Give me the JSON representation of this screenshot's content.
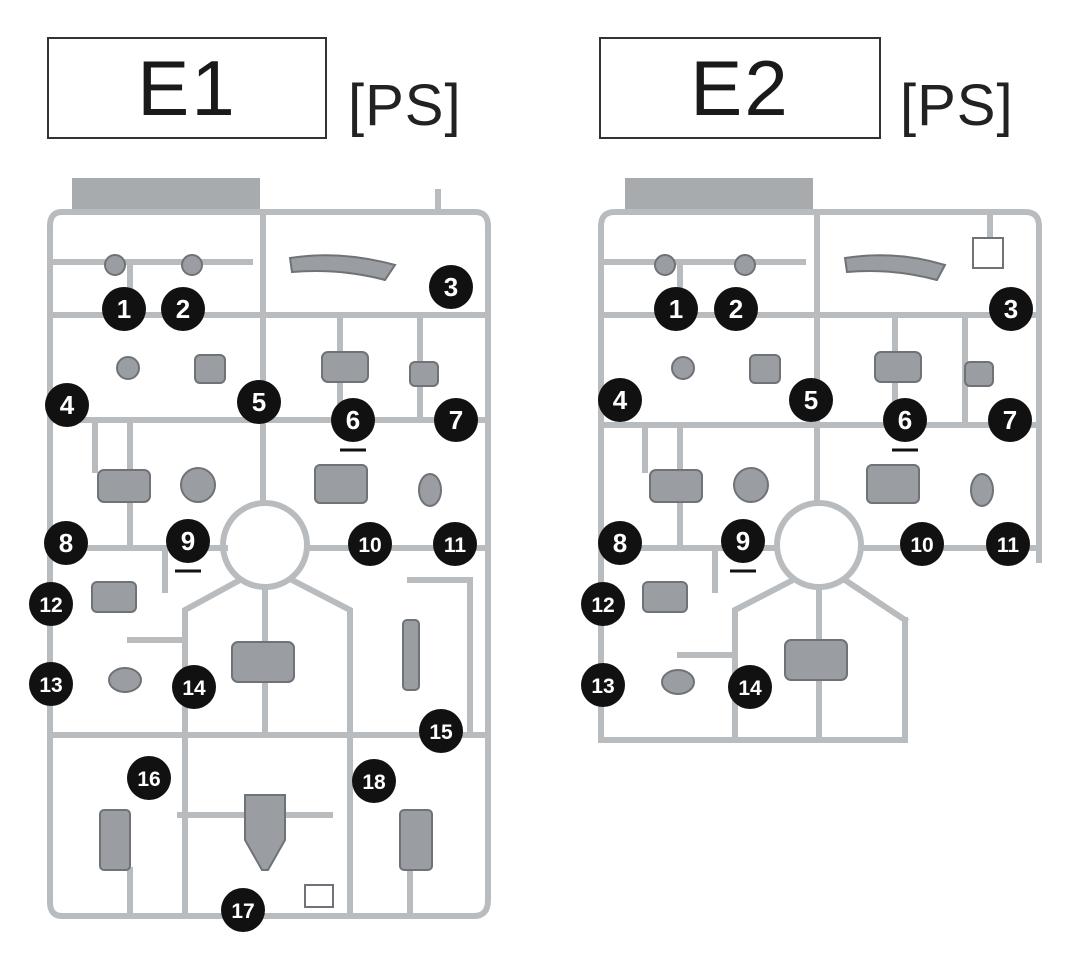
{
  "runners": [
    {
      "name": "E1",
      "material": "[PS]",
      "parts": [
        "1",
        "2",
        "3",
        "4",
        "5",
        "6",
        "7",
        "8",
        "9",
        "10",
        "11",
        "12",
        "13",
        "14",
        "15",
        "16",
        "17",
        "18"
      ]
    },
    {
      "name": "E2",
      "material": "[PS]",
      "parts": [
        "1",
        "2",
        "3",
        "4",
        "5",
        "6",
        "7",
        "8",
        "9",
        "10",
        "11",
        "12",
        "13",
        "14"
      ]
    }
  ],
  "colors": {
    "frame": "#b9bcbf",
    "part": "#9a9da1",
    "label_bg": "#111111",
    "label_text": "#ffffff"
  }
}
